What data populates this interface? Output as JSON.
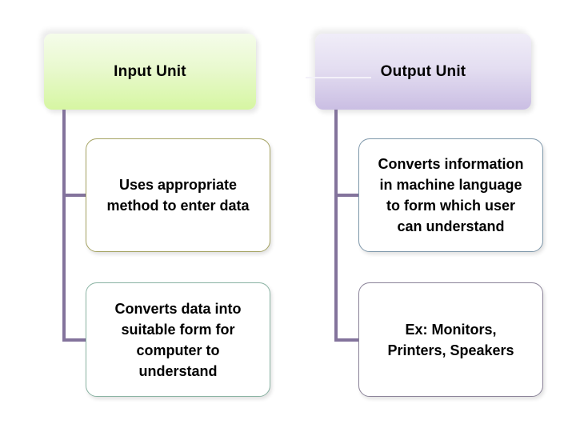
{
  "slide": {
    "background_color": "#ffffff",
    "text_color": "#000000"
  },
  "diagrams": [
    {
      "name": "input-unit-hierarchy",
      "header": {
        "label": "Input Unit",
        "fill_top": "#f5fcea",
        "fill_bottom": "#d6f6a2"
      },
      "connector_color": "#83739c",
      "children": [
        {
          "lines": [
            "Uses appropriate",
            "method to enter data"
          ],
          "border_color": "#a5a363"
        },
        {
          "lines": [
            "Converts data into",
            "suitable form for",
            "computer to",
            "understand"
          ],
          "border_color": "#8ab3a3"
        }
      ]
    },
    {
      "name": "output-unit-hierarchy",
      "header": {
        "label": "Output Unit",
        "fill_top": "#f0edf8",
        "fill_bottom": "#cabee3"
      },
      "connector_color": "#83739c",
      "children": [
        {
          "lines": [
            "Converts information",
            "in machine language",
            "to form which user",
            "can understand"
          ],
          "border_color": "#7f98ab"
        },
        {
          "lines": [
            "Ex: Monitors,",
            "Printers, Speakers"
          ],
          "border_color": "#8b8399"
        }
      ]
    }
  ]
}
